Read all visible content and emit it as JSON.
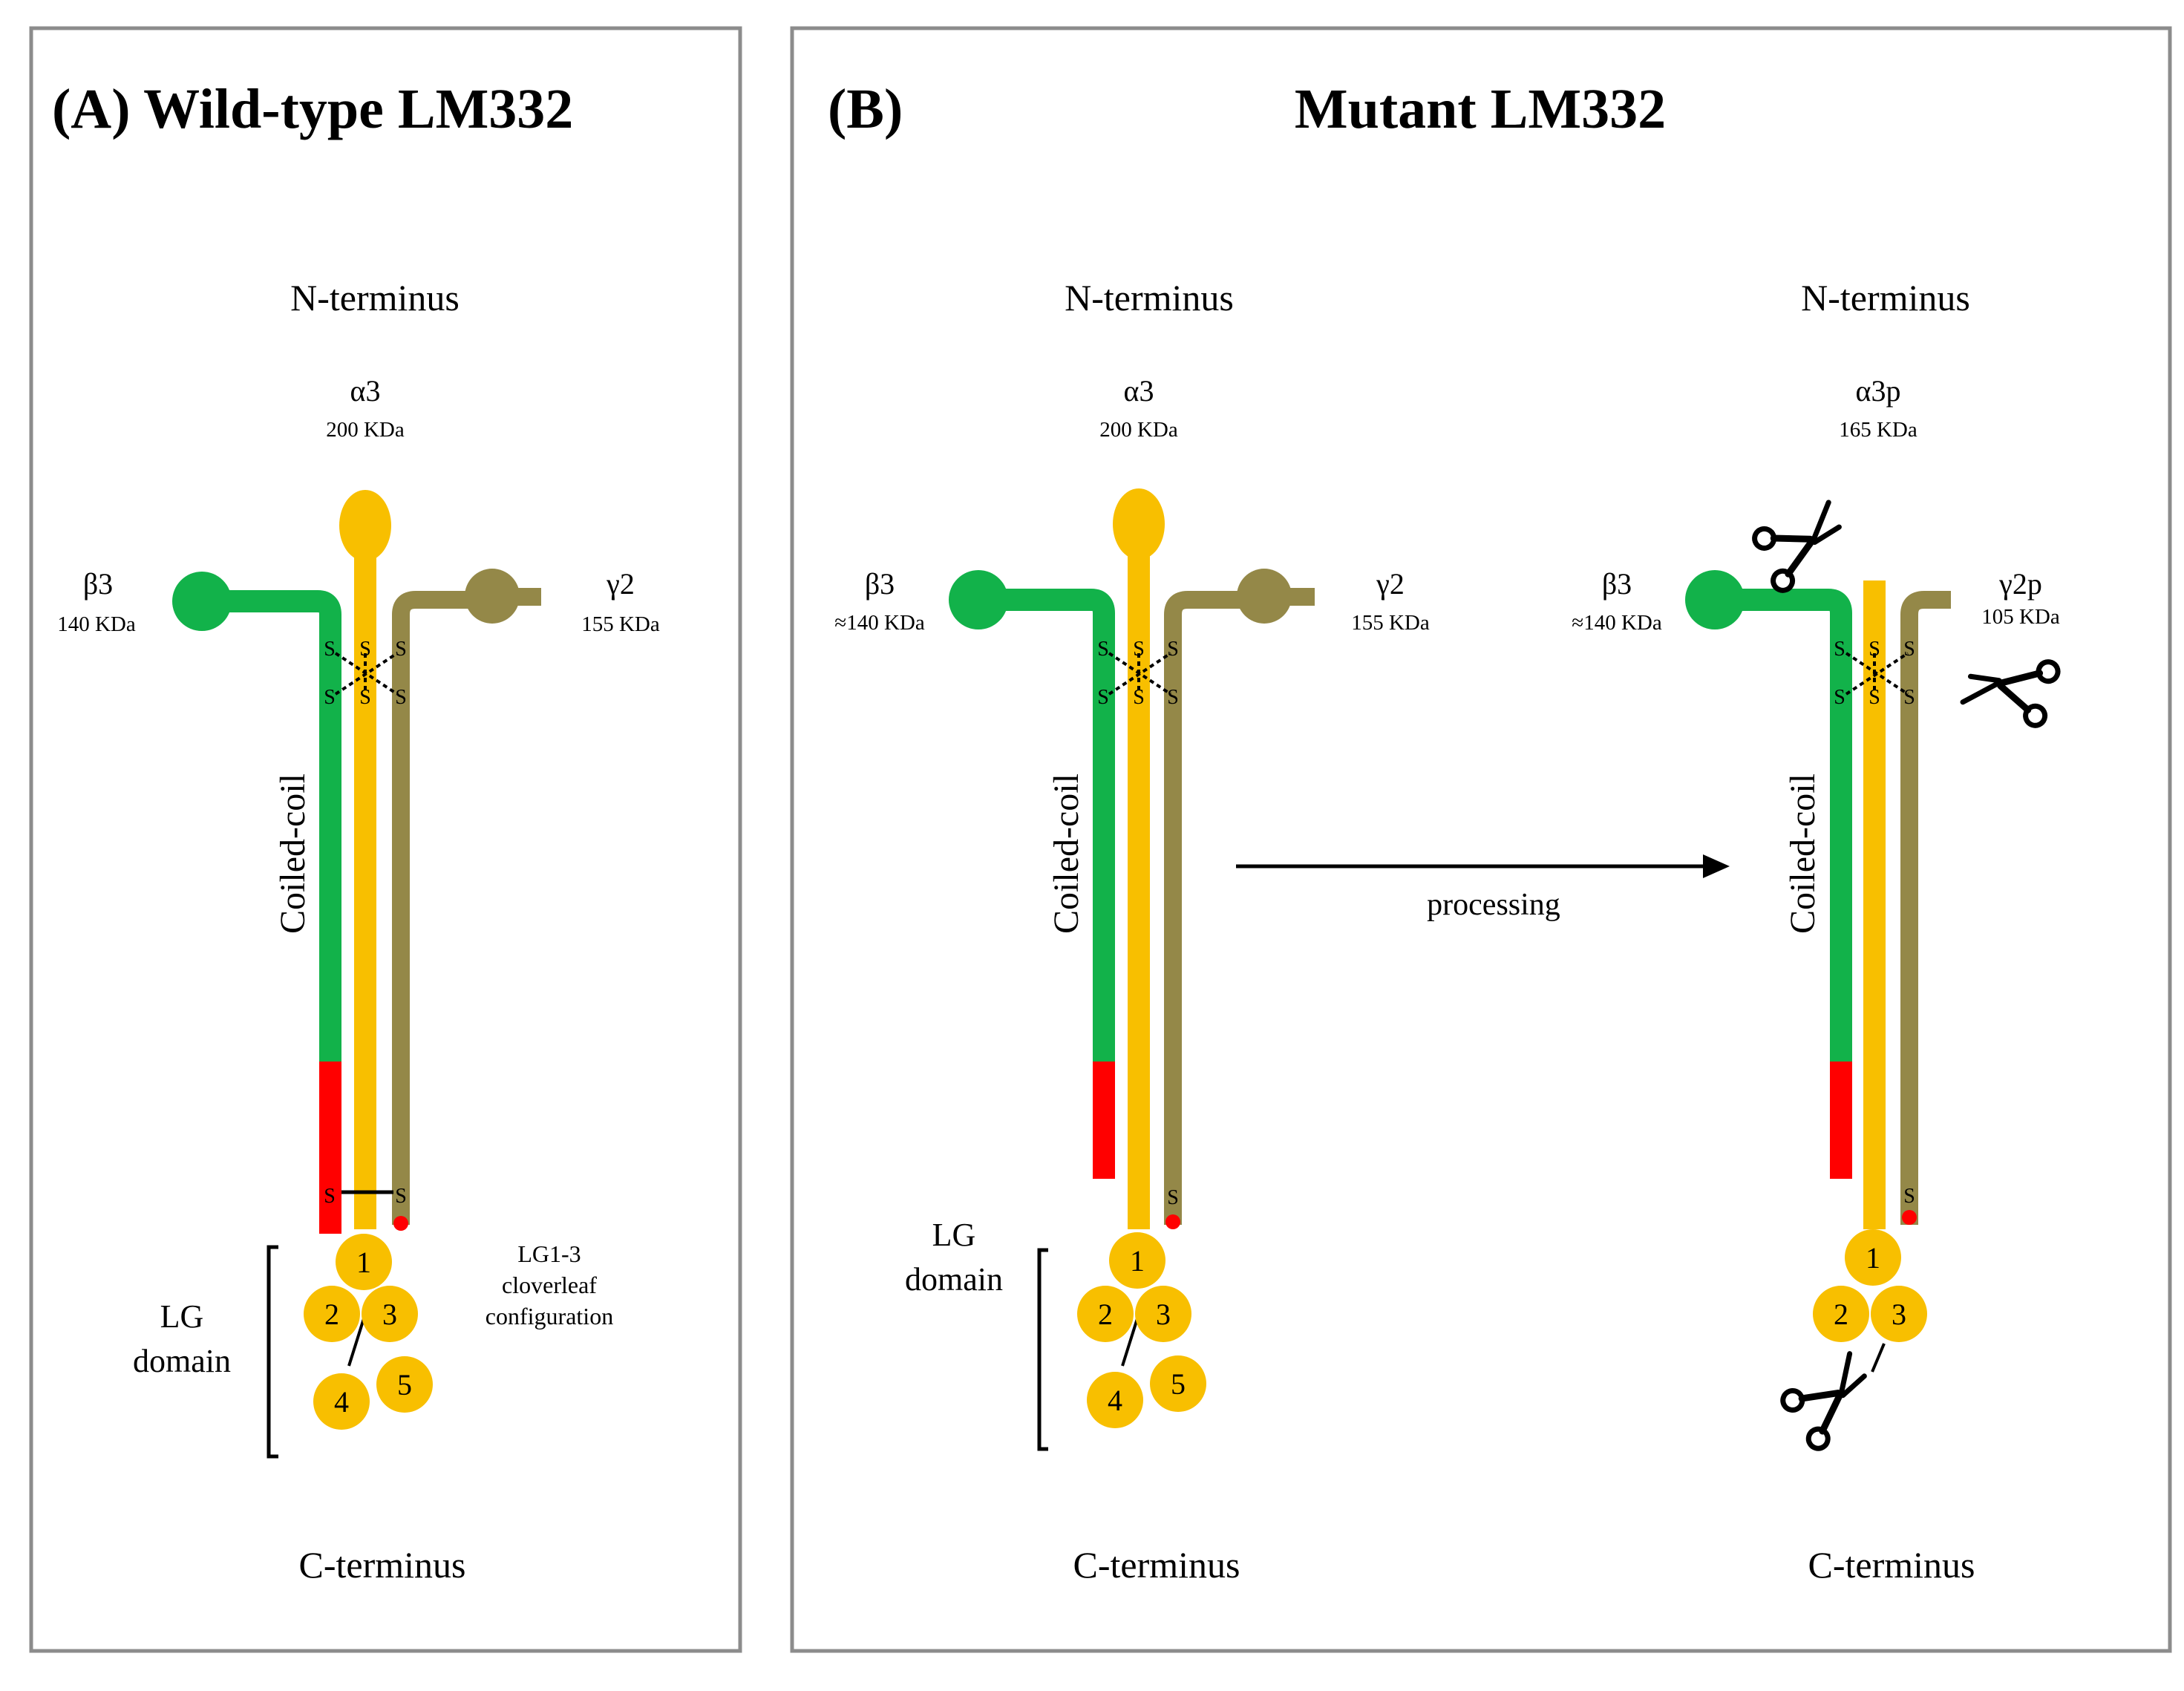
{
  "panel_a": {
    "title": "(A)  Wild-type LM332",
    "n_terminus": "N-terminus",
    "c_terminus": "C-terminus",
    "alpha": {
      "name": "α3",
      "kda": "200 KDa"
    },
    "beta": {
      "name": "β3",
      "kda": "140 KDa"
    },
    "gamma": {
      "name": "γ2",
      "kda": "155 KDa"
    },
    "coiled_coil": "Coiled-coil",
    "lg_domain_line1": "LG",
    "lg_domain_line2": "domain",
    "lg_note_line1": "LG1-3",
    "lg_note_line2": "cloverleaf",
    "lg_note_line3": "configuration",
    "disulfide": "S",
    "lg_numbers": [
      "1",
      "2",
      "3",
      "4",
      "5"
    ]
  },
  "panel_b": {
    "label": "(B)",
    "title": "Mutant LM332",
    "left": {
      "n_terminus": "N-terminus",
      "c_terminus": "C-terminus",
      "alpha": {
        "name": "α3",
        "kda": "200 KDa"
      },
      "beta": {
        "name": "β3",
        "kda": "≈140 KDa"
      },
      "gamma": {
        "name": "γ2",
        "kda": "155 KDa"
      },
      "coiled_coil": "Coiled-coil",
      "lg_domain_line1": "LG",
      "lg_domain_line2": "domain",
      "lg_numbers": [
        "1",
        "2",
        "3",
        "4",
        "5"
      ]
    },
    "processing": "processing",
    "right": {
      "n_terminus": "N-terminus",
      "c_terminus": "C-terminus",
      "alpha": {
        "name": "α3p",
        "kda": "165 KDa"
      },
      "beta": {
        "name": "β3",
        "kda": "≈140 KDa"
      },
      "gamma": {
        "name": "γ2p",
        "kda": "105 KDa"
      },
      "coiled_coil": "Coiled-coil",
      "lg_numbers": [
        "1",
        "2",
        "3"
      ]
    }
  },
  "colors": {
    "alpha_chain": "#f8bf00",
    "beta_chain": "#12b24a",
    "gamma_chain": "#948848",
    "beta_c_terminal": "#ff0000",
    "frame": "#8c8c8c"
  },
  "icons": [
    "scissors-icon"
  ]
}
